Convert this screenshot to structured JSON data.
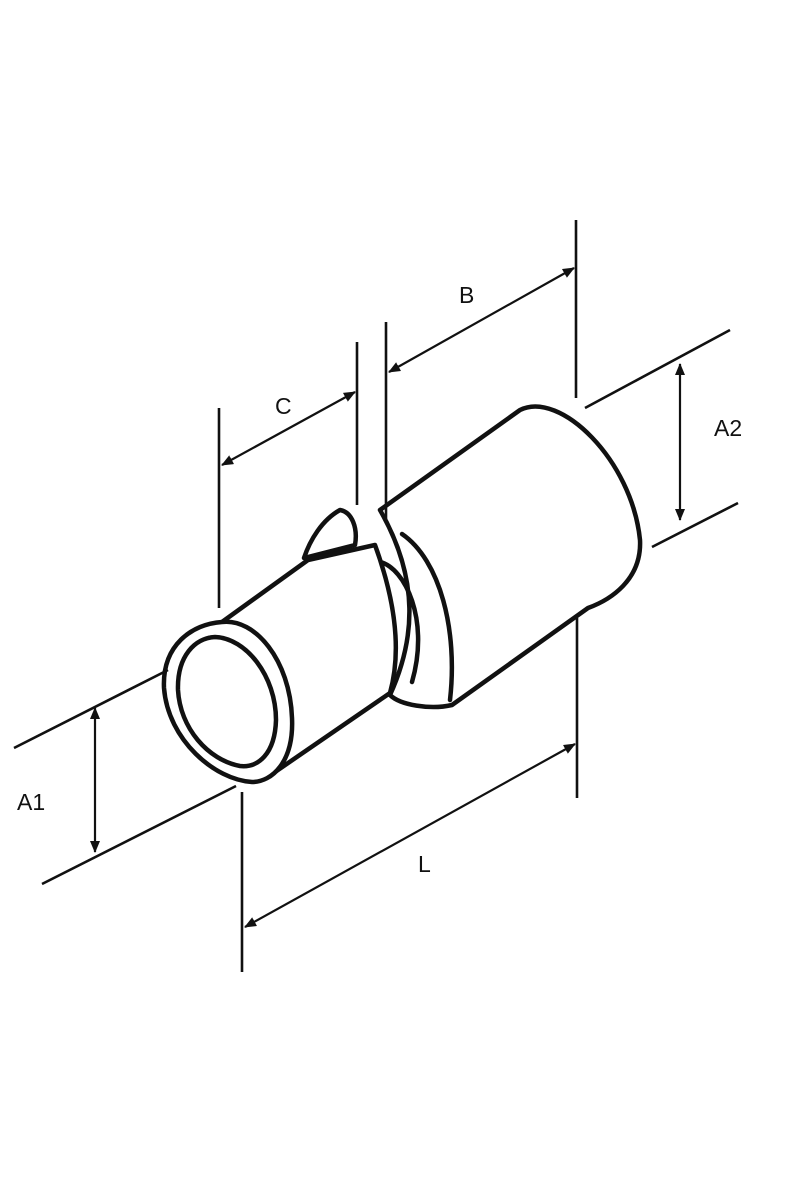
{
  "labels": {
    "a1": "A1",
    "a2": "A2",
    "b": "B",
    "c": "C",
    "l": "L"
  },
  "colors": {
    "line": "#111111",
    "background": "#ffffff"
  }
}
